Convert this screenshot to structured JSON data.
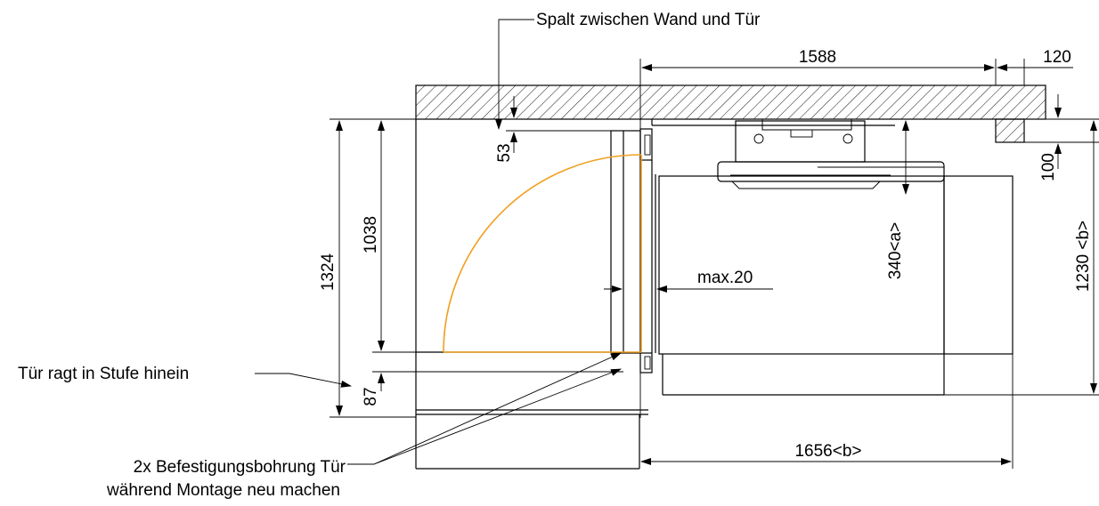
{
  "annotations": {
    "gap_note": "Spalt zwischen Wand und Tür",
    "step_note": "Tür ragt in Stufe hinein",
    "drill_note_line1": "2x Befestigungsbohrung Tür",
    "drill_note_line2": "während Montage neu machen"
  },
  "dimensions": {
    "d1588": "1588",
    "d120": "120",
    "d53": "53",
    "d100": "100",
    "d1324": "1324",
    "d1038": "1038",
    "d87": "87",
    "d340a": "340<a>",
    "d1230b": "1230 <b>",
    "dmax20": "max.20",
    "d1656b": "1656<b>"
  },
  "colors": {
    "door_swing": "#f0a020",
    "lines": "#000000"
  }
}
